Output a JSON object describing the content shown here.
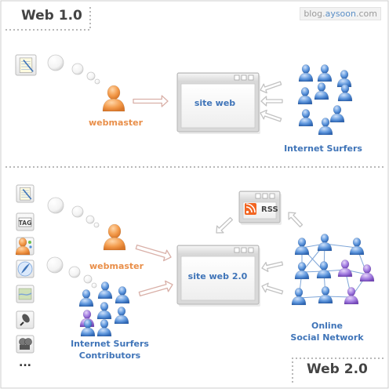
{
  "watermark": {
    "prefix": "blog.",
    "brand": "aysoon",
    "suffix": ".com"
  },
  "web1": {
    "heading": "Web 1.0",
    "webmaster_label": "webmaster",
    "site_label": "site web",
    "surfers_label": "Internet Surfers"
  },
  "web2": {
    "heading": "Web 2.0",
    "webmaster_label": "webmaster",
    "site_label": "site web 2.0",
    "rss_label": "RSS",
    "contributors_line1": "Internet Surfers",
    "contributors_line2": "Contributors",
    "network_line1": "Online",
    "network_line2": "Social Network",
    "tools": [
      "notepad-icon",
      "tag-icon",
      "users-icon",
      "feather-icon",
      "map-icon",
      "microphone-icon",
      "film-icon"
    ],
    "tag_text": "TAG",
    "more": "..."
  },
  "colors": {
    "heading": "#444444",
    "orange": "#e98f4a",
    "blue": "#3f74b8",
    "purple": "#8b5cc7",
    "rss": "#f26522",
    "dashed": "#b8b8b8",
    "window_frame": "#d9d9d9",
    "arrow_gray": "#c2c2c2",
    "arrow_red": "#d9b0a8"
  }
}
